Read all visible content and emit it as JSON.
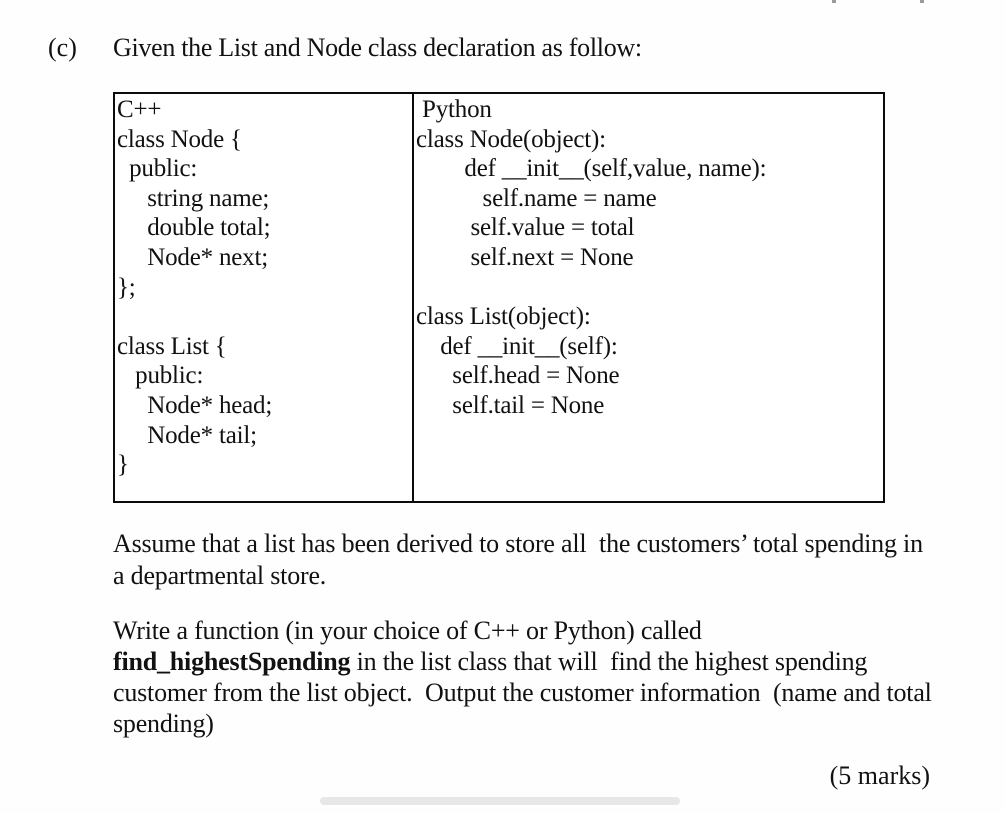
{
  "question": {
    "label": "(c)",
    "prompt": "Given the List and Node class declaration as follow:"
  },
  "code_table": {
    "cpp": {
      "lines": [
        "C++",
        "class Node {",
        "  public:",
        "     string name;",
        "     double total;",
        "     Node* next;",
        "};",
        "",
        "class List {",
        "   public:",
        "     Node* head;",
        "     Node* tail;",
        "}"
      ]
    },
    "python": {
      "lines": [
        " Python",
        "class Node(object):",
        "        def __init__(self,value, name):",
        "           self.name = name",
        "         self.value = total",
        "         self.next = None",
        "",
        "class List(object):",
        "    def __init__(self):",
        "      self.head = None",
        "      self.tail = None"
      ]
    }
  },
  "paragraph_assume": {
    "line1": "Assume that a list has been derived to store all  the customers’ total spending in",
    "line2": "a departmental store."
  },
  "paragraph_write": {
    "line1": "Write a function (in your choice of C++ or Python) called",
    "line2_bold": "find_highestSpending",
    "line2_rest": " in the list class that will  find the highest spending",
    "line3": "customer from the list object.  Output the customer information  (name and total",
    "line4": "spending)"
  },
  "marks": "(5 marks)"
}
